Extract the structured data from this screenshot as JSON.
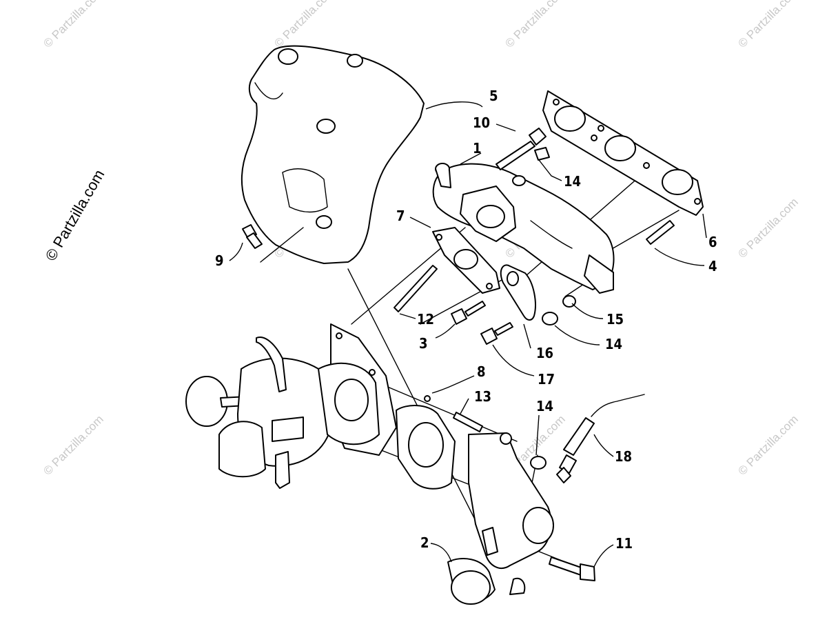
{
  "watermark": {
    "side_text": "© Partzilla.com",
    "tile_text": "© Partzilla.com"
  },
  "callouts": {
    "c1": "1",
    "c2": "2",
    "c3": "3",
    "c4": "4",
    "c5": "5",
    "c6": "6",
    "c7": "7",
    "c8": "8",
    "c9": "9",
    "c10": "10",
    "c11": "11",
    "c12": "12",
    "c13": "13",
    "c14a": "14",
    "c14b": "14",
    "c14c": "14",
    "c15": "15",
    "c16": "16",
    "c17": "17",
    "c18": "18"
  },
  "colors": {
    "line": "#000000",
    "background": "#ffffff",
    "watermark": "#c8c8c8"
  }
}
